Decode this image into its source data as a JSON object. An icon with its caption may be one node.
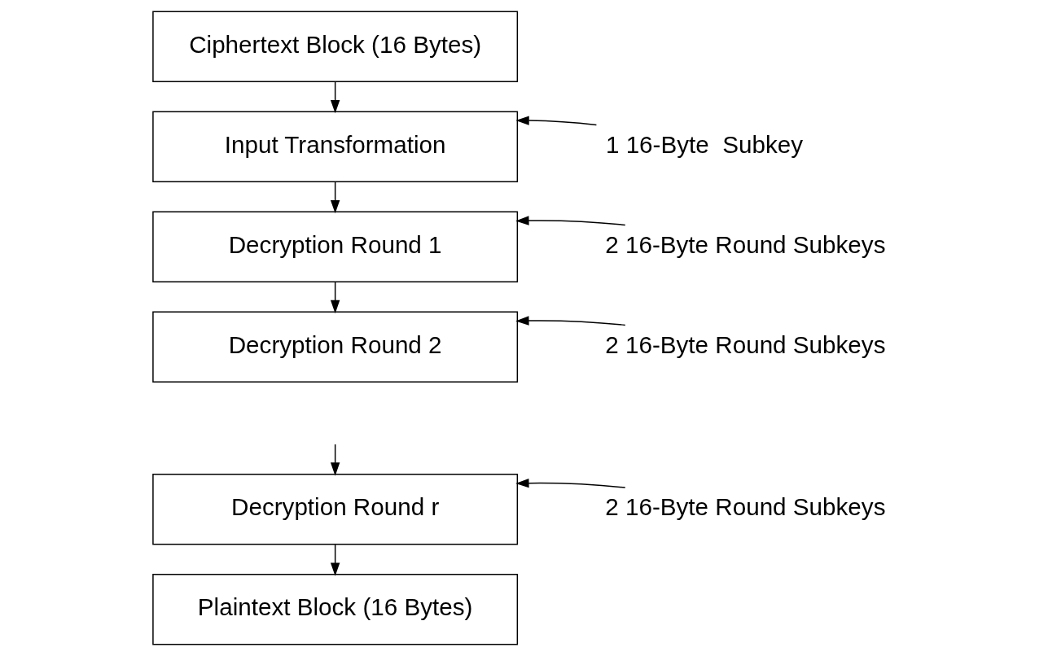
{
  "diagram": {
    "nodes": [
      {
        "text": [
          "Ciphertext Block (16 Bytes)"
        ]
      },
      {
        "text": [
          "Input Transformation"
        ]
      },
      {
        "text": [
          "Decryption Round 1"
        ]
      },
      {
        "text": [
          "Decryption Round 2"
        ]
      },
      {
        "text": [
          "Decryption Round r"
        ]
      },
      {
        "text": [
          "Plaintext Block (16 Bytes)"
        ]
      },
      {
        "text": [
          "1 16-Byte  Subkey"
        ]
      },
      {
        "text": [
          "2 16-Byte Round Subkeys"
        ]
      },
      {
        "text": [
          "2 16-Byte Round Subkeys"
        ]
      },
      {
        "text": [
          "2 16-Byte Round Subkeys"
        ]
      }
    ],
    "edges": [
      {
        "from": 0,
        "to": 1,
        "arrow": "to"
      },
      {
        "from": 1,
        "to": 2,
        "arrow": "to"
      },
      {
        "from": 2,
        "to": 3,
        "arrow": "to"
      },
      {
        "from": null,
        "to": 4,
        "arrow": "to"
      },
      {
        "from": 4,
        "to": 5,
        "arrow": "to"
      },
      {
        "from": 6,
        "to": 1,
        "arrow": "to"
      },
      {
        "from": 7,
        "to": 2,
        "arrow": "to"
      },
      {
        "from": 8,
        "to": 3,
        "arrow": "to"
      },
      {
        "from": 9,
        "to": 4,
        "arrow": "to"
      }
    ]
  }
}
